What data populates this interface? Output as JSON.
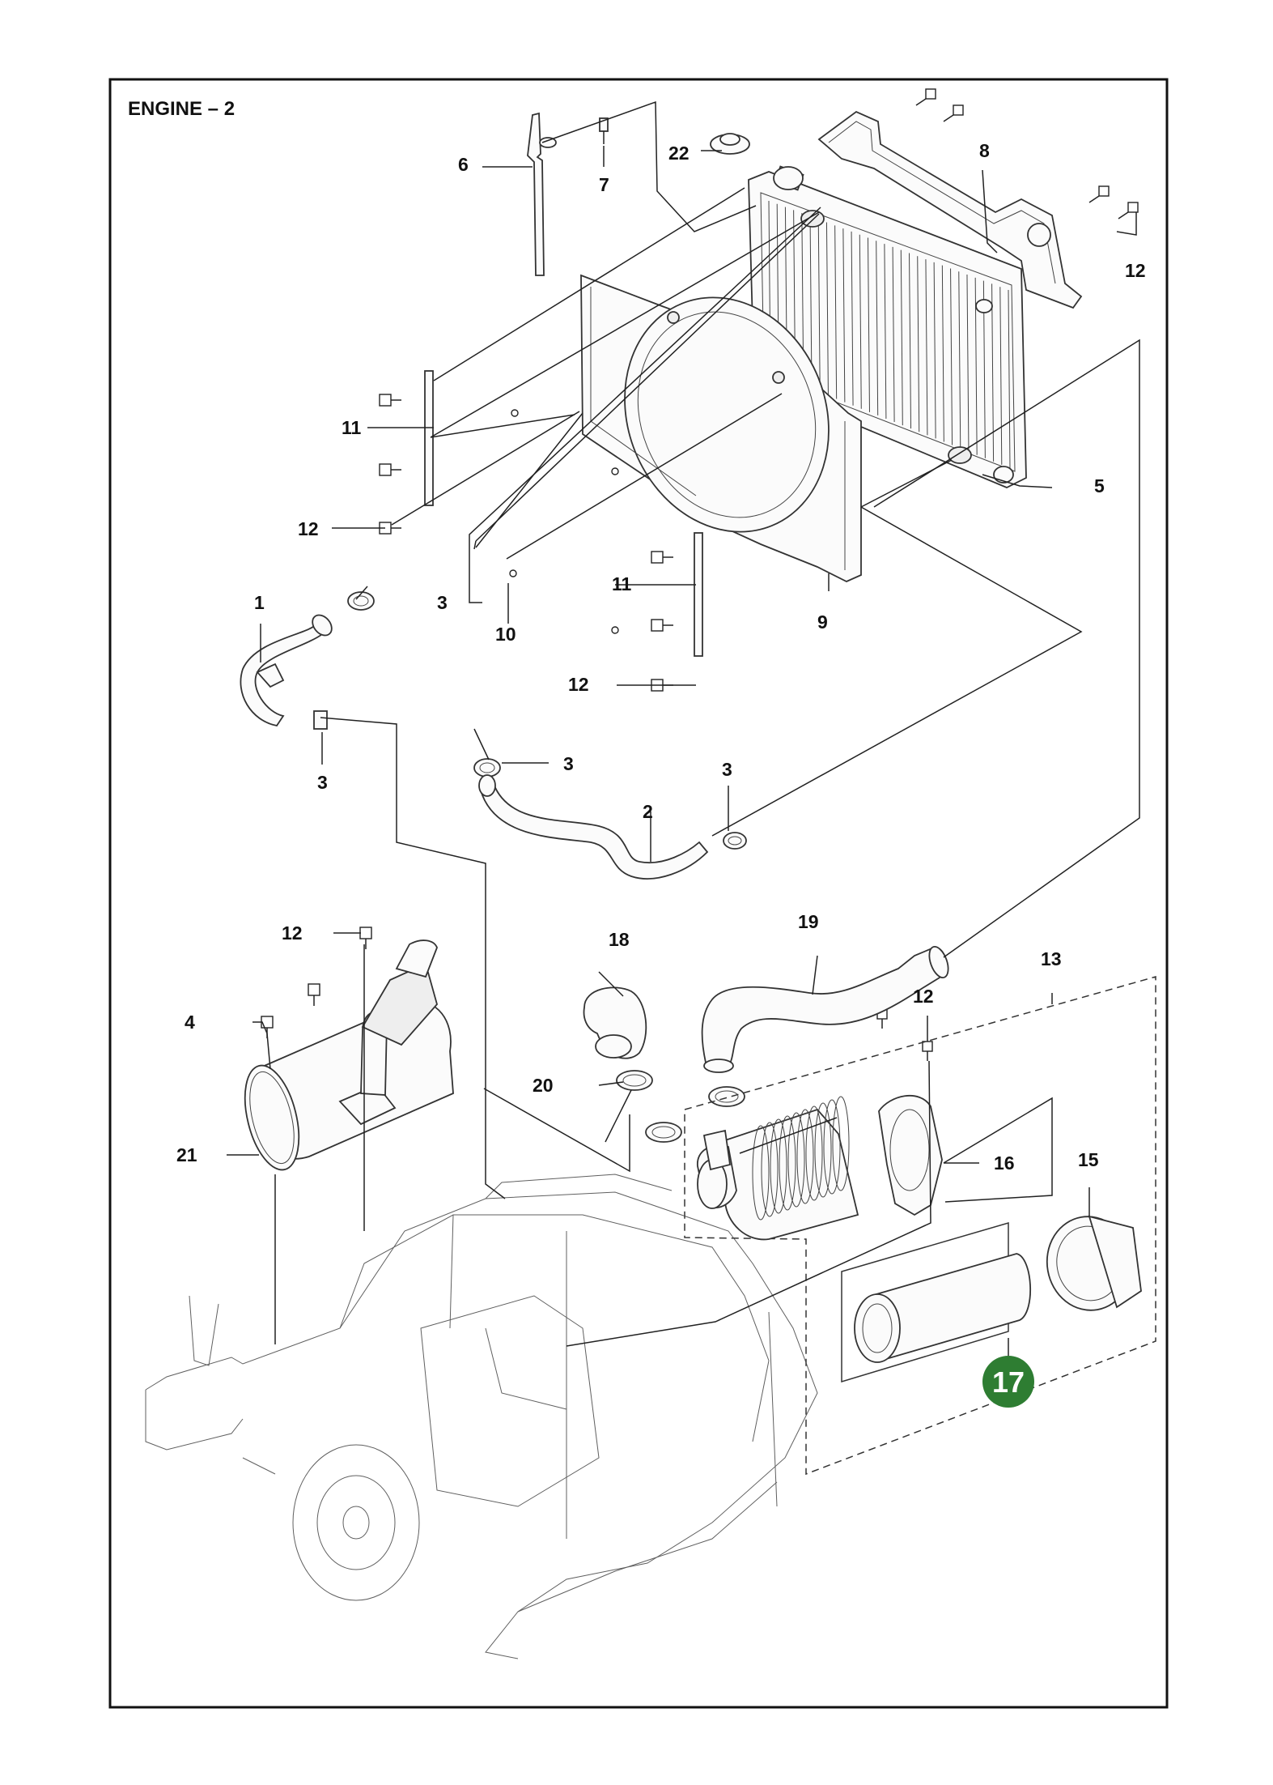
{
  "page": {
    "title": "ENGINE – 2"
  },
  "highlight": {
    "label": "17",
    "color": "#2e7d32"
  },
  "callouts": {
    "c1": "1",
    "c2": "2",
    "c3a": "3",
    "c3b": "3",
    "c3c": "3",
    "c3d": "3",
    "c4": "4",
    "c5": "5",
    "c6": "6",
    "c7": "7",
    "c8": "8",
    "c9": "9",
    "c10": "10",
    "c11a": "11",
    "c11b": "11",
    "c12a": "12",
    "c12b": "12",
    "c12c": "12",
    "c12d": "12",
    "c12e": "12",
    "c13": "13",
    "c15": "15",
    "c16": "16",
    "c18": "18",
    "c19": "19",
    "c20": "20",
    "c21": "21",
    "c22": "22"
  }
}
